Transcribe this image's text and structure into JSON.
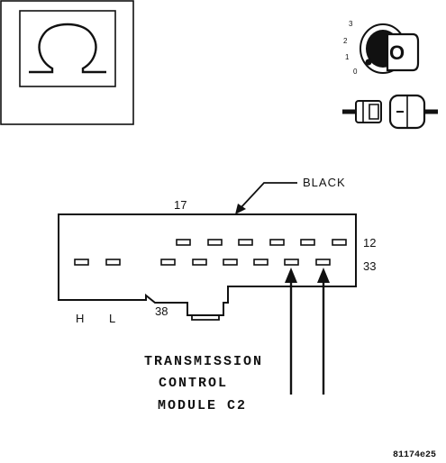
{
  "connector_color_label": "BLACK",
  "pin_labels": {
    "top_left": "17",
    "top_right": "12",
    "bottom_right": "33",
    "bottom_left": "38"
  },
  "side_labels": {
    "h": "H",
    "l": "L"
  },
  "ohm_symbol": "Ω",
  "ignition": {
    "positions": [
      "3",
      "2",
      "1",
      "0"
    ],
    "key_glyph": "O"
  },
  "module_label": [
    "TRANSMISSION",
    "CONTROL",
    "MODULE C2"
  ],
  "figure_id": "81174e25",
  "icons": [
    "ohmmeter-icon",
    "ignition-key-icon",
    "connector-disconnect-icon"
  ]
}
